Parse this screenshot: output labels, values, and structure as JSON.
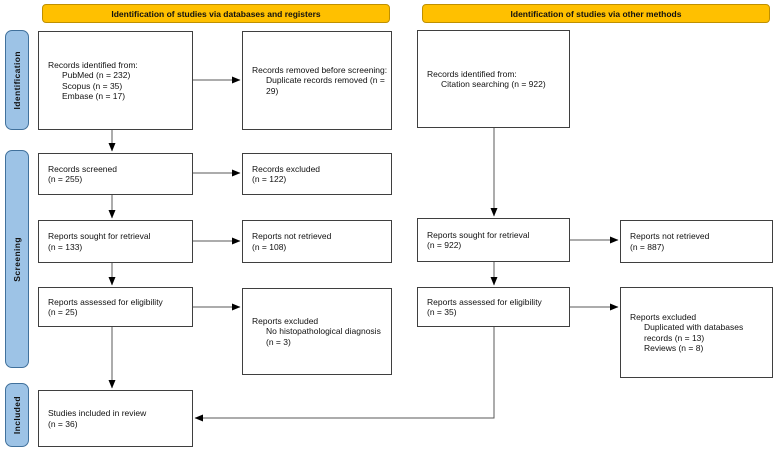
{
  "banners": {
    "databases_registers": "Identification of studies via databases and registers",
    "other_methods": "Identification of studies via other methods"
  },
  "stage_labels": {
    "identification": "Identification",
    "screening": "Screening",
    "included": "Included"
  },
  "colors": {
    "banner_fill": "#FFC000",
    "banner_border": "#BF9000",
    "stage_fill": "#9DC3E6",
    "stage_border": "#41719C",
    "box_border": "#3F3F3F",
    "arrow_line": "#595959",
    "arrow_head": "#000000"
  },
  "boxes": {
    "db_records_identified": {
      "title": "Records identified from:",
      "items": [
        "PubMed (n = 232)",
        "Scopus (n = 35)",
        "Embase (n = 17)"
      ]
    },
    "db_records_removed": {
      "title": "Records removed before screening:",
      "items": [
        "Duplicate records removed (n = 29)"
      ]
    },
    "db_records_screened": {
      "title": "Records screened",
      "count": "(n = 255)"
    },
    "db_records_excluded": {
      "title": "Records excluded",
      "count": "(n = 122)"
    },
    "db_reports_sought": {
      "title": "Reports sought for retrieval",
      "count": "(n = 133)"
    },
    "db_reports_not_retrieved": {
      "title": "Reports not retrieved",
      "count": "(n = 108)"
    },
    "db_reports_assessed": {
      "title": "Reports assessed for eligibility",
      "count": "(n = 25)"
    },
    "db_reports_excluded": {
      "title": "Reports excluded",
      "items": [
        "No histopathological diagnosis (n = 3)"
      ]
    },
    "studies_included": {
      "title": "Studies included in review",
      "count": "(n = 36)"
    },
    "om_records_identified": {
      "title": "Records identified from:",
      "items": [
        "Citation searching (n = 922)"
      ]
    },
    "om_reports_sought": {
      "title": "Reports sought for retrieval",
      "count": "(n = 922)"
    },
    "om_reports_not_retrieved": {
      "title": "Reports not retrieved",
      "count": "(n = 887)"
    },
    "om_reports_assessed": {
      "title": "Reports assessed for eligibility",
      "count": "(n = 35)"
    },
    "om_reports_excluded": {
      "title": "Reports excluded",
      "items": [
        "Duplicated with databases records (n = 13)",
        "Reviews (n = 8)"
      ]
    }
  }
}
